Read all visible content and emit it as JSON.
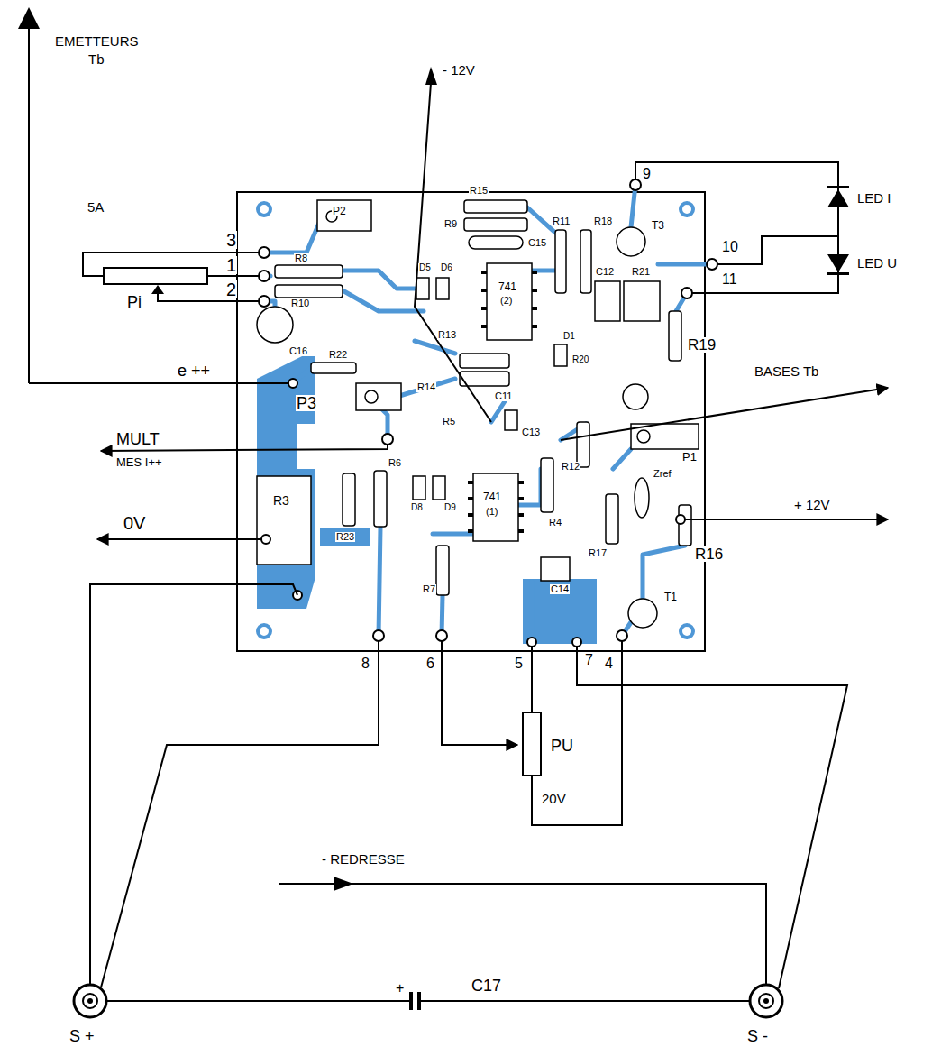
{
  "diagram": {
    "labels": [
      "EMETTEURS",
      "Tb",
      "- 12V",
      "9",
      "LED I",
      "10",
      "LED U",
      "11",
      "5A",
      "P2",
      "R15",
      "R9",
      "R11",
      "R18",
      "C15",
      "T3",
      "3",
      "1",
      "2",
      "R8",
      "D5",
      "D6",
      "741",
      "(2)",
      "C12",
      "R21",
      "R10",
      "Pi",
      "R13",
      "R19",
      "D1",
      "R20",
      "e ++",
      "C16",
      "R22",
      "BASES Tb",
      "P3",
      "R14",
      "C11",
      "MULT",
      "R5",
      "C13",
      "R12",
      "P1",
      "MES I++",
      "R6",
      "Zref",
      "D8",
      "D9",
      "741",
      "(1)",
      "+ 12V",
      "0V",
      "R3",
      "R23",
      "R4",
      "R16",
      "R7",
      "R17",
      "C14",
      "T1",
      "8",
      "6",
      "5",
      "7",
      "4",
      "PU",
      "20V",
      "- REDRESSE",
      "+",
      "C17",
      "S +",
      "S -"
    ]
  }
}
